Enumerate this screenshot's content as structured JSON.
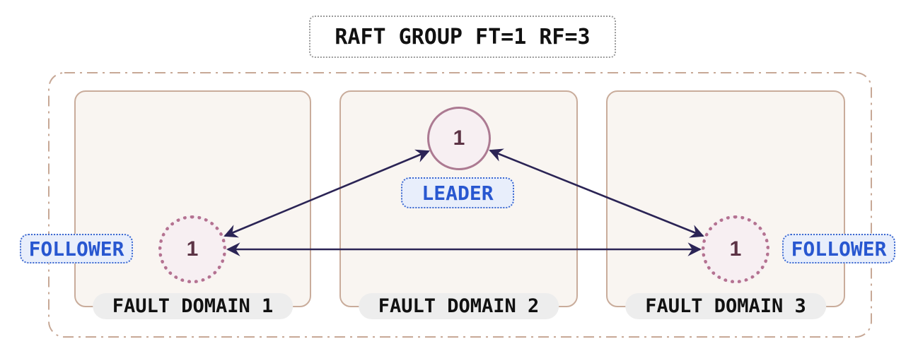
{
  "title": {
    "text": "RAFT GROUP FT=1 RF=3"
  },
  "nodes": {
    "leader": {
      "value": "1",
      "badge": "LEADER"
    },
    "follower_left": {
      "value": "1",
      "badge": "FOLLOWER"
    },
    "follower_right": {
      "value": "1",
      "badge": "FOLLOWER"
    }
  },
  "fault_domains": [
    {
      "label": "FAULT DOMAIN 1"
    },
    {
      "label": "FAULT DOMAIN 2"
    },
    {
      "label": "FAULT DOMAIN 3"
    }
  ],
  "edges": [
    {
      "from": "follower_left",
      "to": "leader",
      "bidirectional": true
    },
    {
      "from": "follower_right",
      "to": "leader",
      "bidirectional": true
    },
    {
      "from": "follower_left",
      "to": "follower_right",
      "bidirectional": true
    }
  ],
  "colors": {
    "arrow": "#2b2455",
    "outer_border": "#c7a896",
    "domain_border": "#c9ac9b",
    "domain_fill": "#f9f5f1",
    "pill_fill": "#ededed",
    "pill_text": "#111111",
    "title_text": "#111111",
    "title_border": "#9a9a9a",
    "node_fill": "#f7eff2",
    "leader_border": "#ac7a92",
    "follower_border": "#b47291",
    "node_text": "#5c3345",
    "badge_fill": "#e8eefb",
    "badge_border": "#3b68d0",
    "badge_text": "#2857d0"
  }
}
